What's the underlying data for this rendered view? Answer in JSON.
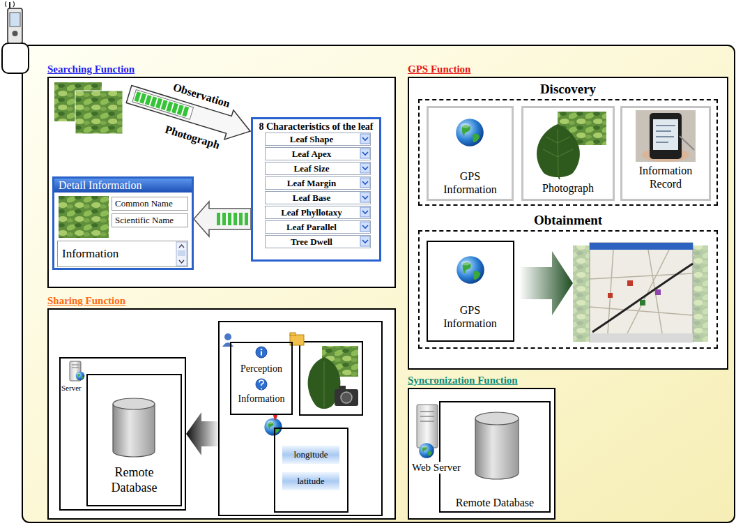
{
  "diagram": {
    "nodes": [
      {
        "text": [
          "Searching Function"
        ]
      },
      {
        "text": [
          "8 Characteristics of the leaf"
        ],
        "in": 0
      },
      {
        "text": [
          "Leaf Shape"
        ],
        "in": 1
      },
      {
        "text": [
          "Leaf Apex"
        ],
        "in": 1
      },
      {
        "text": [
          "Leaf Size"
        ],
        "in": 1
      },
      {
        "text": [
          "Leaf Margin"
        ],
        "in": 1
      },
      {
        "text": [
          "Leaf Base"
        ],
        "in": 1
      },
      {
        "text": [
          "Leaf Phyllotaxy"
        ],
        "in": 1
      },
      {
        "text": [
          "Leaf Parallel"
        ],
        "in": 1
      },
      {
        "text": [
          "Tree Dwell"
        ],
        "in": 1
      },
      {
        "text": [
          "Detail Information"
        ],
        "in": 0
      },
      {
        "text": [
          "Common Name"
        ],
        "in": 10
      },
      {
        "text": [
          "Scientific Name"
        ],
        "in": 10
      },
      {
        "text": [
          "Information"
        ],
        "in": 10
      },
      {
        "text": [
          "GPS Function"
        ]
      },
      {
        "text": [
          "Discovery"
        ],
        "in": 14
      },
      {
        "text": [
          "GPS Information"
        ],
        "in": 15
      },
      {
        "text": [
          "Photograph"
        ],
        "in": 15
      },
      {
        "text": [
          "Information Record"
        ],
        "in": 15
      },
      {
        "text": [
          "Obtainment"
        ],
        "in": 14
      },
      {
        "text": [
          "GPS Information"
        ],
        "in": 19
      },
      {
        "text": [
          "Sharing Function"
        ]
      },
      {
        "text": [
          "Server"
        ],
        "in": 21
      },
      {
        "text": [
          "Remote Database"
        ],
        "in": 22
      },
      {
        "text": [],
        "in": 21
      },
      {
        "text": [
          "Perception",
          "Information"
        ],
        "in": 24
      },
      {
        "text": [],
        "in": 24
      },
      {
        "text": [
          "longitude"
        ],
        "in": 26
      },
      {
        "text": [
          "latitude"
        ],
        "in": 26
      },
      {
        "text": [
          "Syncronization Function"
        ]
      },
      {
        "text": [
          "Remote Database"
        ],
        "in": 29
      }
    ],
    "edges": [
      {
        "from": 1,
        "to": 10,
        "arrow": "to"
      },
      {
        "from": 24,
        "to": 22,
        "arrow": "to"
      }
    ],
    "labels": [
      "Observation",
      "Photograph",
      "Web Server"
    ]
  }
}
